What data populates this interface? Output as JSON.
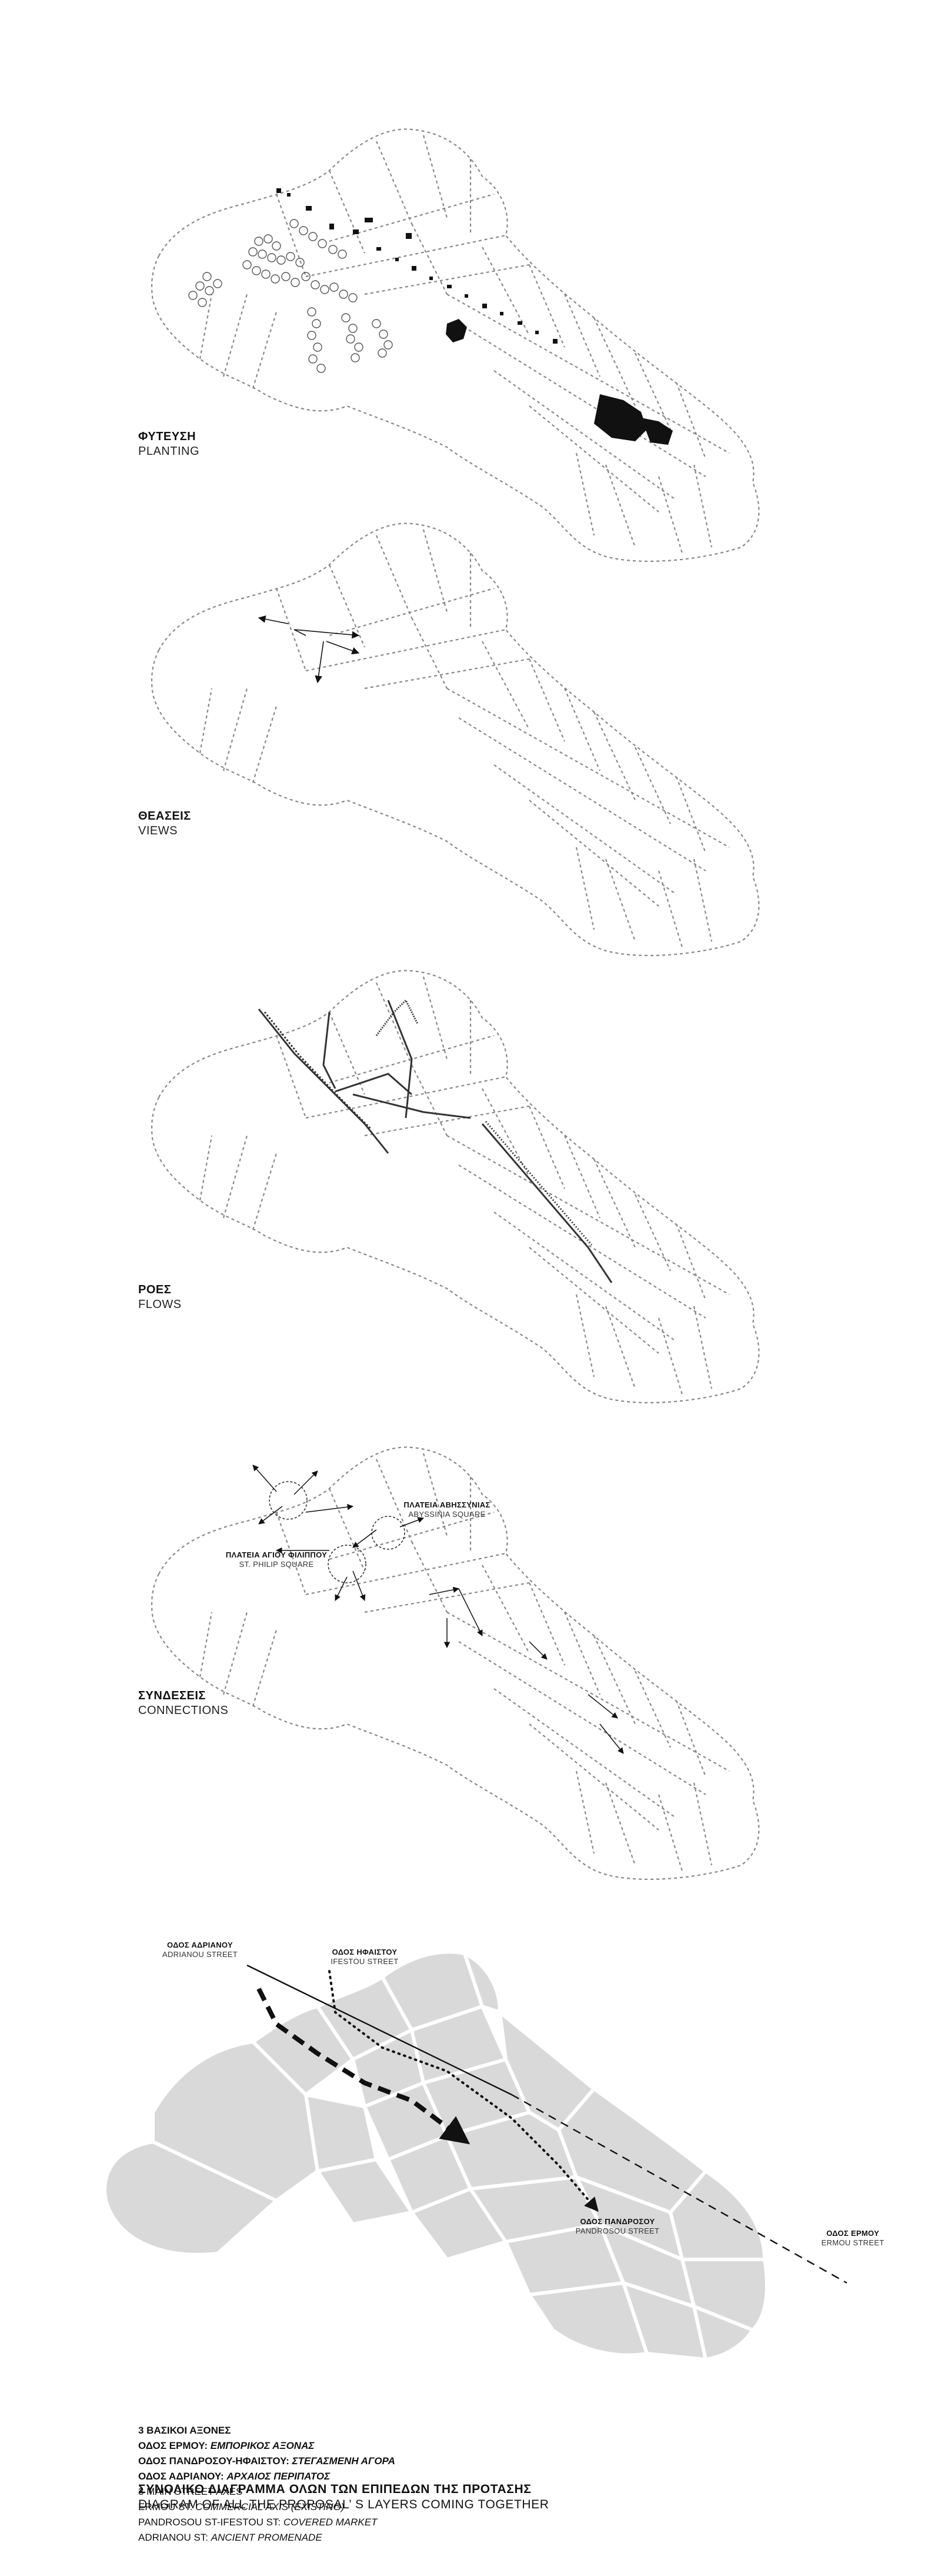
{
  "panels": [
    {
      "id": "planting",
      "label_gr": "ΦΥΤΕΥΣΗ",
      "label_en": "PLANTING"
    },
    {
      "id": "views",
      "label_gr": "ΘΕΑΣΕΙΣ",
      "label_en": "VIEWS"
    },
    {
      "id": "flows",
      "label_gr": "ΡΟΕΣ",
      "label_en": "FLOWS"
    },
    {
      "id": "connections",
      "label_gr": "ΣΥΝΔΕΣΕΙΣ",
      "label_en": "CONNECTIONS"
    }
  ],
  "connections_tags": {
    "abyssinia": {
      "gr": "ΠΛΑΤΕΙΑ ΑΒΗΣΣΥΝΙΑΣ",
      "en": "ABYSSINIA SQUARE"
    },
    "philip": {
      "gr": "ΠΛΑΤΕΙΑ ΑΓΙΟΥ ΦΙΛΙΠΠΟΥ",
      "en": "ST. PHILIP SQUARE"
    }
  },
  "synthesis_tags": {
    "adrianou": {
      "gr": "ΟΔΟΣ ΑΔΡΙΑΝΟΥ",
      "en": "ADRIANOU STREET"
    },
    "ifestou": {
      "gr": "ΟΔΟΣ ΗΦΑΙΣΤΟΥ",
      "en": "IFESTOU STREET"
    },
    "pandrosou": {
      "gr": "ΟΔΟΣ ΠΑΝΔΡΟΣΟΥ",
      "en": "PANDROSOU STREET"
    },
    "ermou": {
      "gr": "ΟΔΟΣ ΕΡΜΟΥ",
      "en": "ERMOU STREET"
    }
  },
  "legend": {
    "l1": "3 ΒΑΣΙΚΟΙ ΑΞΟΝΕΣ",
    "l2a": "ΟΔΟΣ ΕΡΜΟΥ: ",
    "l2b": "ΕΜΠΟΡΙΚΟΣ ΑΞΟΝΑΣ",
    "l3a": "ΟΔΟΣ ΠΑΝΔΡΟΣΟΥ-ΗΦΑΙΣΤΟΥ: ",
    "l3b": "ΣΤΕΓΑΣΜΕΝΗ ΑΓΟΡΑ",
    "l4a": "ΟΔΟΣ ΑΔΡΙΑΝΟΥ: ",
    "l4b": "ΑΡΧΑΙΟΣ ΠΕΡΙΠΑΤΟΣ",
    "l5": "3 MAIN STREET AXES",
    "l6a": "ERMOU ST: ",
    "l6b": "COMMERCIAL AXIS (EXISTING)",
    "l7a": "PANDROSOU ST-IFESTOU ST: ",
    "l7b": "COVERED MARKET",
    "l8a": "ADRIANOU ST: ",
    "l8b": "ANCIENT PROMENADE"
  },
  "footer": {
    "gr": "ΣΥΝΟΛΙΚΟ ΔΙΑΓΡΑΜΜΑ ΟΛΩΝ ΤΩΝ ΕΠΙΠΕΔΩΝ ΤΗΣ ΠΡΟΤΑΣΗΣ",
    "en": "DIAGRAM OF ALL THE PROPOSAL’ S LAYERS COMING TOGETHER"
  },
  "colors": {
    "line": "#888888",
    "block_fill": "#d9d9d9",
    "ink": "#111111",
    "background": "#ffffff"
  }
}
